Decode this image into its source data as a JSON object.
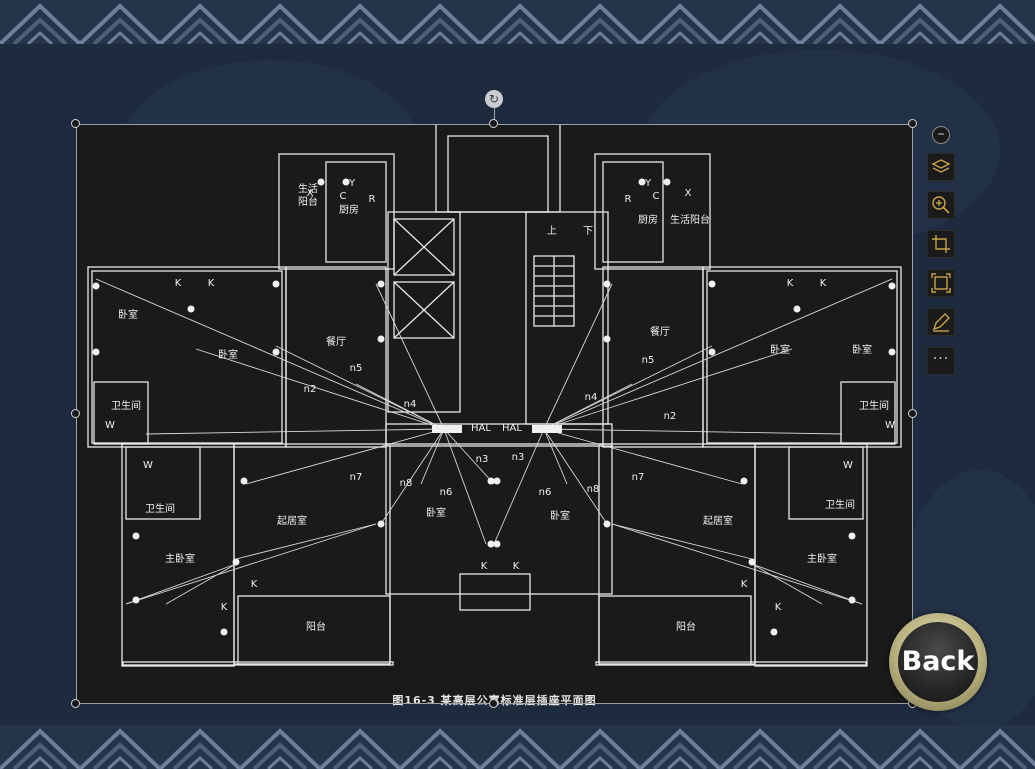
{
  "plan": {
    "caption": "图16-3  某高层公寓标准层插座平面图",
    "rooms": {
      "balcony_life_l": "生活\n阳台",
      "kitchen_l": "厨房",
      "kitchen_r": "厨房",
      "balcony_life_r": "生活阳台",
      "bedroom": "卧室",
      "dining": "餐厅",
      "bathroom": "卫生间",
      "living": "起居室",
      "master": "主卧室",
      "balcony": "阳台"
    },
    "labels": {
      "up": "上",
      "down": "下",
      "hal": "HAL",
      "n2": "n2",
      "n3": "n3",
      "n4": "n4",
      "n5": "n5",
      "n6": "n6",
      "n7": "n7",
      "n8": "n8",
      "k": "K",
      "w": "W",
      "x": "X",
      "y": "Y",
      "c": "C",
      "r": "R"
    }
  },
  "toolbar": {
    "icons": [
      "zoom-out-icon",
      "layers-icon",
      "zoom-in-icon",
      "crop-icon",
      "fit-screen-icon",
      "edit-icon",
      "more-icon"
    ],
    "zoom_out": "–",
    "more": "···"
  },
  "rotate_glyph": "↻",
  "back": {
    "label": "Back"
  },
  "colors": {
    "background": "#1e2a3e",
    "canvas": "#1a1a1a",
    "lines": "#e8e8e8",
    "accent": "#c8a24a"
  }
}
